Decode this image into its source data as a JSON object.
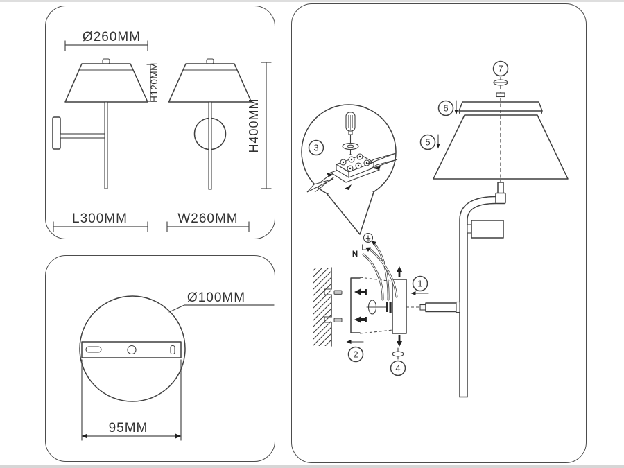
{
  "spec_view": {
    "shade_diameter_label": "Ø260MM",
    "shade_height_label": "H120MM",
    "fixture_height_label": "H400MM",
    "length_label": "L300MM",
    "width_label": "W260MM"
  },
  "base_view": {
    "plate_diameter_label": "Ø100MM",
    "hole_spacing_label": "95MM"
  },
  "assembly_view": {
    "steps": [
      "1",
      "2",
      "3",
      "4",
      "5",
      "6",
      "7"
    ],
    "wire_live_label": "L",
    "wire_neutral_label": "N"
  },
  "colors": {
    "line": "#3f3f3f",
    "text": "#333333",
    "panel_border": "#4c4c4c"
  }
}
